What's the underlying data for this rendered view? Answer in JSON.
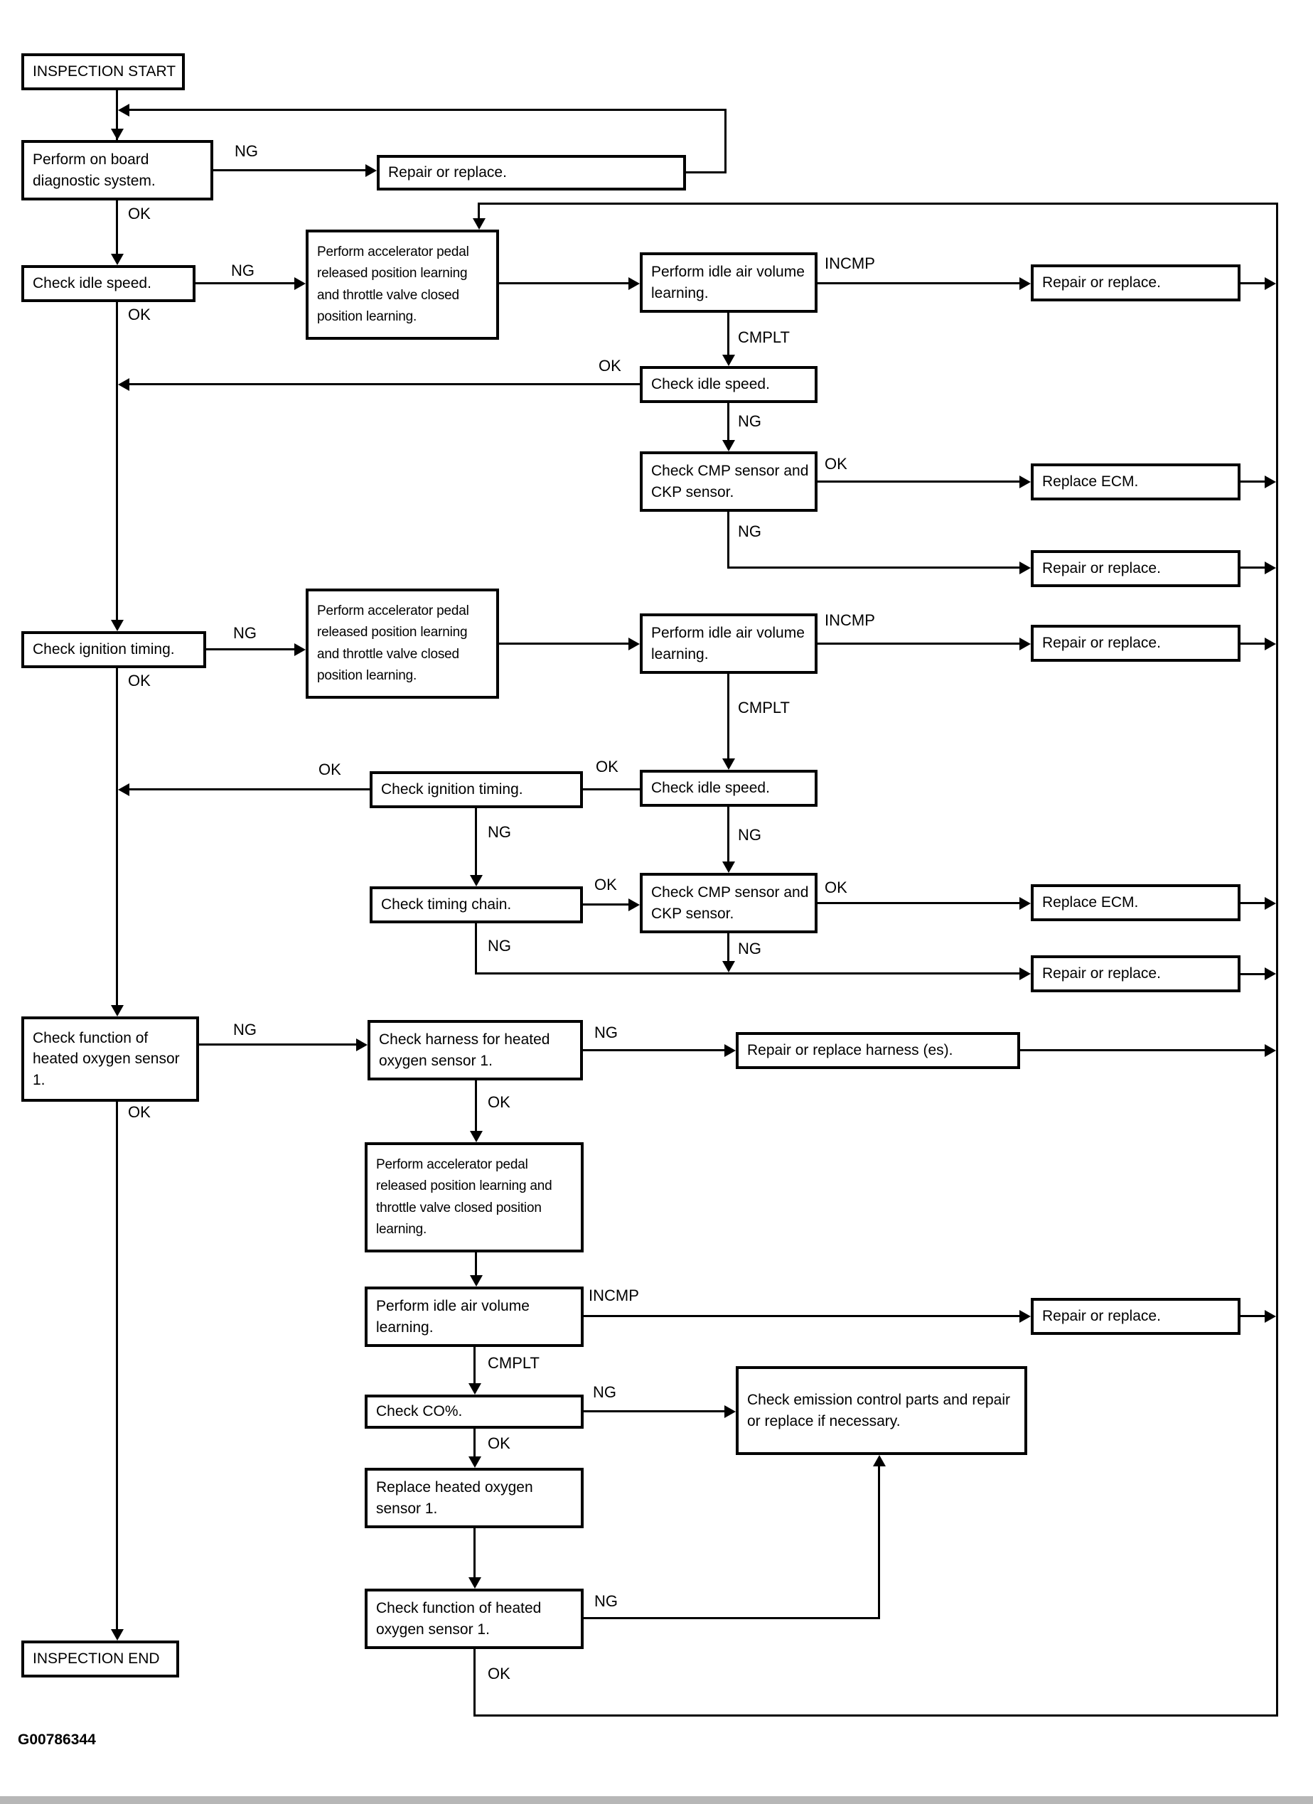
{
  "figure_id": "G00786344",
  "edge_labels": {
    "ok": "OK",
    "ng": "NG",
    "incmp": "INCMP",
    "cmplt": "CMPLT"
  },
  "nodes": [
    {
      "id": "inspection-start",
      "text": "INSPECTION START"
    },
    {
      "id": "perform-obd",
      "text": "Perform on board diagnostic system."
    },
    {
      "id": "repair-or-replace-1",
      "text": "Repair or replace."
    },
    {
      "id": "check-idle-speed-1",
      "text": "Check idle speed."
    },
    {
      "id": "accel-pedal-learning-1",
      "text": "Perform accelerator pedal released position learning and throttle valve closed position learning."
    },
    {
      "id": "idle-air-learning-1",
      "text": "Perform idle air volume learning."
    },
    {
      "id": "repair-or-replace-2",
      "text": "Repair or replace."
    },
    {
      "id": "check-idle-speed-2",
      "text": "Check idle speed."
    },
    {
      "id": "check-cmp-ckp-1",
      "text": "Check CMP sensor and CKP sensor."
    },
    {
      "id": "replace-ecm-1",
      "text": "Replace ECM."
    },
    {
      "id": "repair-or-replace-3",
      "text": "Repair or replace."
    },
    {
      "id": "check-ignition-timing-1",
      "text": "Check ignition timing."
    },
    {
      "id": "accel-pedal-learning-2",
      "text": "Perform accelerator pedal released position learning and throttle valve closed position learning."
    },
    {
      "id": "idle-air-learning-2",
      "text": "Perform idle air volume learning."
    },
    {
      "id": "repair-or-replace-4",
      "text": "Repair or replace."
    },
    {
      "id": "check-idle-speed-3",
      "text": "Check idle speed."
    },
    {
      "id": "check-ignition-timing-2",
      "text": "Check ignition timing."
    },
    {
      "id": "check-timing-chain",
      "text": "Check timing chain."
    },
    {
      "id": "check-cmp-ckp-2",
      "text": "Check CMP sensor and CKP sensor."
    },
    {
      "id": "replace-ecm-2",
      "text": "Replace ECM."
    },
    {
      "id": "repair-or-replace-5",
      "text": "Repair or replace."
    },
    {
      "id": "check-ho2s-function-1",
      "text": "Check function of heated oxygen sensor 1."
    },
    {
      "id": "check-ho2s-harness",
      "text": "Check harness for heated oxygen sensor 1."
    },
    {
      "id": "repair-replace-harness",
      "text": "Repair or replace harness (es)."
    },
    {
      "id": "accel-pedal-learning-3",
      "text": "Perform accelerator pedal released position learning and throttle valve closed position learning."
    },
    {
      "id": "idle-air-learning-3",
      "text": "Perform idle air volume learning."
    },
    {
      "id": "repair-or-replace-6",
      "text": "Repair or replace."
    },
    {
      "id": "check-co-percent",
      "text": "Check CO%."
    },
    {
      "id": "check-emission-parts",
      "text": "Check emission control parts and repair or replace if necessary."
    },
    {
      "id": "replace-ho2s-1",
      "text": "Replace heated oxygen sensor 1."
    },
    {
      "id": "check-ho2s-function-2",
      "text": "Check function of heated oxygen sensor 1."
    },
    {
      "id": "inspection-end",
      "text": "INSPECTION END"
    }
  ]
}
